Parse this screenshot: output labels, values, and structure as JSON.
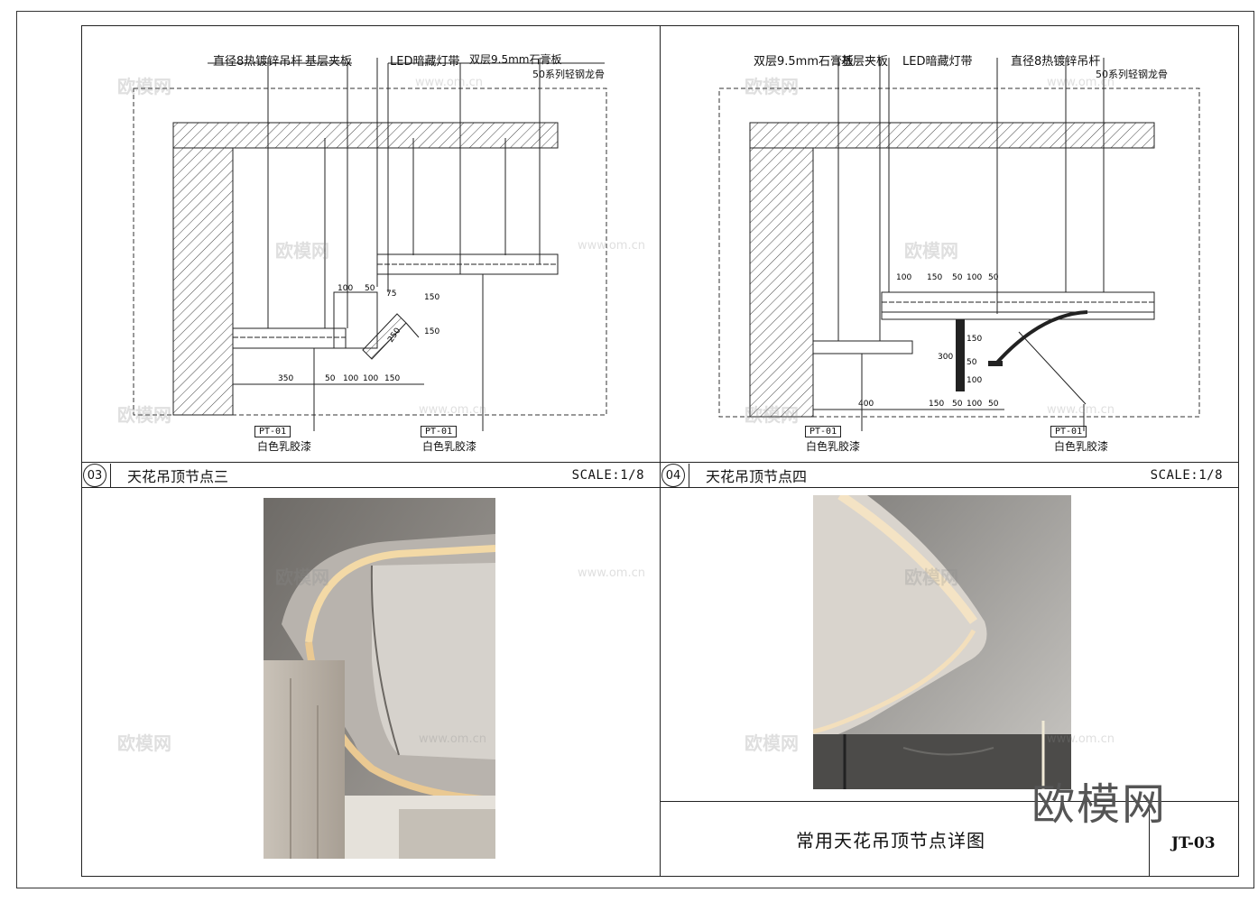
{
  "detail3": {
    "number": "03",
    "title": "天花吊顶节点三",
    "scale": "SCALE:1/8",
    "callouts": [
      "直径8热镀锌吊杆",
      "基层夹板",
      "LED暗藏灯带",
      "双层9.5mm石膏板",
      "50系列轻钢龙骨"
    ],
    "material_code": "PT-01",
    "material_name": "白色乳胶漆",
    "dims": [
      "100",
      "50",
      "75",
      "150",
      "150",
      "250",
      "350",
      "50",
      "100",
      "100",
      "150"
    ]
  },
  "detail4": {
    "number": "04",
    "title": "天花吊顶节点四",
    "scale": "SCALE:1/8",
    "callouts": [
      "双层9.5mm石膏板",
      "基层夹板",
      "LED暗藏灯带",
      "直径8热镀锌吊杆",
      "50系列轻钢龙骨"
    ],
    "material_code": "PT-01",
    "material_name": "白色乳胶漆",
    "dims": [
      "100",
      "150",
      "50",
      "100",
      "50",
      "150",
      "300",
      "50",
      "100",
      "400",
      "150",
      "50",
      "100",
      "50"
    ]
  },
  "title_block": {
    "drawing_title": "常用天花吊顶节点详图",
    "drawing_number": "JT-03"
  },
  "watermarks": {
    "brand": "欧模网",
    "url": "www.om.cn"
  },
  "colors": {
    "line": "#222222",
    "led_glow": "#e8c98f",
    "ceiling_grey": "#a9a6a1"
  }
}
